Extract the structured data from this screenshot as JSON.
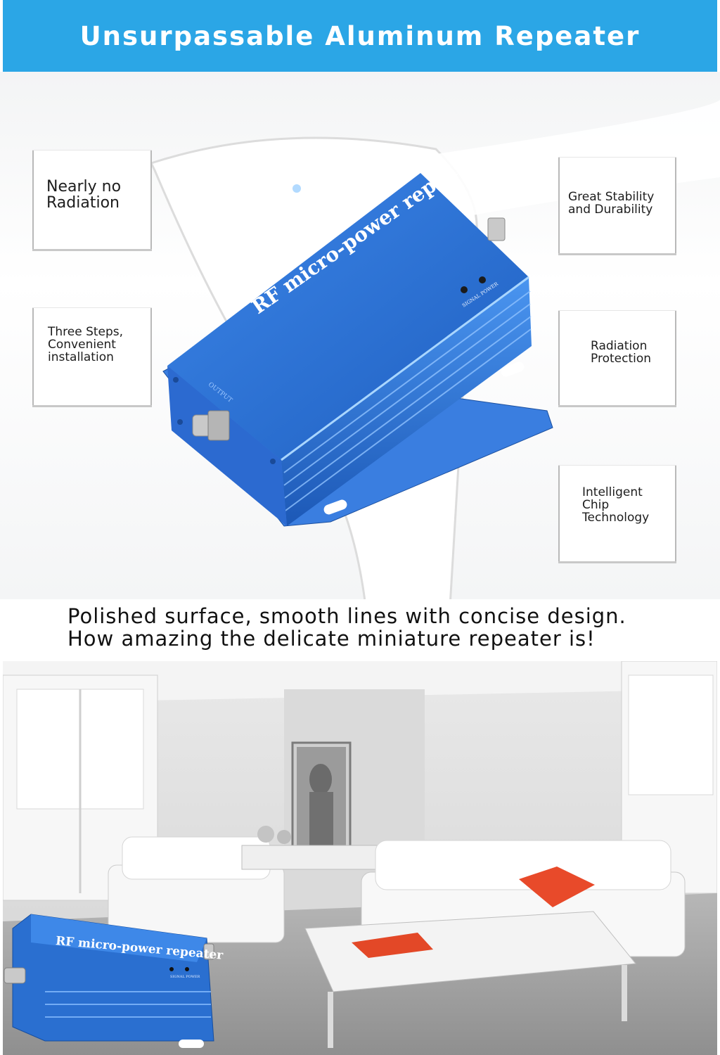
{
  "header": {
    "title": "Unsurpassable Aluminum Repeater"
  },
  "features": {
    "radiation": "Nearly no\nRadiation",
    "install": "Three Steps,\nConvenient\ninstallation",
    "stability": "Great Stability\nand Durability",
    "protection": "Radiation\nProtection",
    "chip": "Intelligent\nChip\nTechnology"
  },
  "device": {
    "label": "RF micro-power repeater",
    "indicator_label": "SIGNAL  POWER",
    "port_label": "OUTPUT"
  },
  "caption": {
    "line1": "Polished surface, smooth lines with concise design.",
    "line2": "How amazing the delicate miniature repeater is!"
  },
  "colors": {
    "header": "#2ba6e6",
    "device": "#2a6fd0"
  }
}
